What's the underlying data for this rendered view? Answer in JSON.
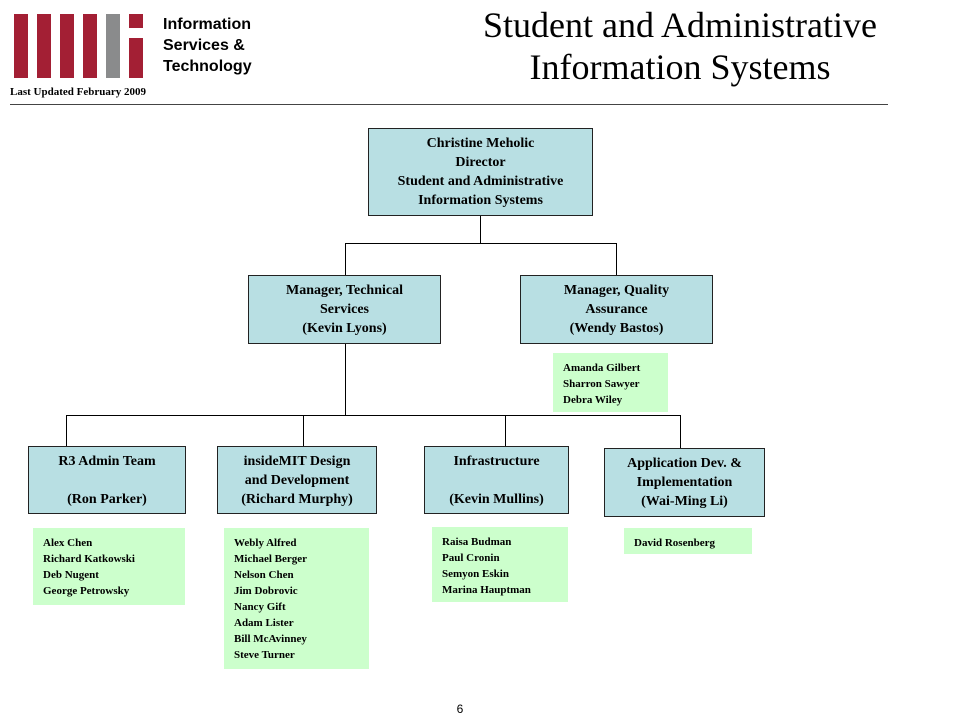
{
  "header": {
    "org_name_lines": [
      "Information",
      "Services &",
      "Technology"
    ],
    "last_updated": "Last Updated February 2009",
    "title_lines": [
      "Student and Administrative",
      "Information Systems"
    ]
  },
  "director": {
    "lines": [
      "Christine Meholic",
      "Director",
      "Student and Administrative",
      "Information Systems"
    ]
  },
  "managers": [
    {
      "lines": [
        "Manager, Technical",
        "Services",
        "(Kevin Lyons)"
      ]
    },
    {
      "lines": [
        "Manager, Quality",
        "Assurance",
        "(Wendy Bastos)"
      ]
    }
  ],
  "qa_staff": [
    "Amanda Gilbert",
    "Sharron Sawyer",
    "Debra Wiley"
  ],
  "teams": [
    {
      "lines": [
        "R3 Admin Team",
        "",
        "(Ron Parker)"
      ],
      "staff": [
        "Alex Chen",
        "Richard Katkowski",
        "Deb Nugent",
        "George Petrowsky"
      ]
    },
    {
      "lines": [
        "insideMIT Design",
        "and Development",
        "(Richard Murphy)"
      ],
      "staff": [
        "Webly Alfred",
        "Michael Berger",
        "Nelson Chen",
        "Jim Dobrovic",
        "Nancy Gift",
        "Adam Lister",
        "Bill McAvinney",
        "Steve Turner"
      ]
    },
    {
      "lines": [
        "Infrastructure",
        "",
        "(Kevin Mullins)"
      ],
      "staff": [
        "Raisa Budman",
        "Paul Cronin",
        "Semyon Eskin",
        "Marina Hauptman"
      ]
    },
    {
      "lines": [
        "Application Dev. &",
        "Implementation",
        "(Wai-Ming Li)"
      ],
      "staff": [
        "David Rosenberg"
      ]
    }
  ],
  "page_number": "6",
  "colors": {
    "logo_red": "#a31f34",
    "logo_gray": "#8a8b8c",
    "box_fill": "#b8dfe3",
    "staff_fill": "#ccffcc"
  }
}
